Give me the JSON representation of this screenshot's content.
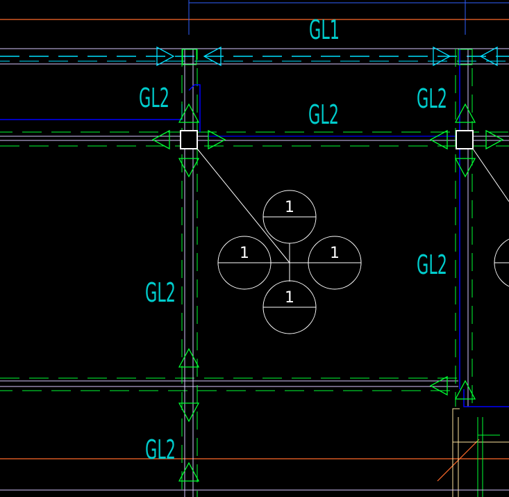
{
  "drawing": {
    "colors": {
      "background": "#000000",
      "axis_line": "#ff6a2a",
      "beam_line": "#00e0ff",
      "beam_dash": "#00ff33",
      "beam_edge": "#d8c8ff",
      "column_line": "#0000ff",
      "arrow_line": "#00ff33",
      "label_text": "#00cccc",
      "symbol_line": "#ffffff"
    },
    "beam_labels": {
      "top": "GL1",
      "middle": "GL2",
      "left_upper": "GL2",
      "right_upper": "GL2",
      "left_mid": "GL2",
      "right_mid": "GL2",
      "left_lower": "GL2"
    },
    "slab_symbol": {
      "top": "1",
      "left": "1",
      "right": "1",
      "bottom": "1"
    }
  }
}
